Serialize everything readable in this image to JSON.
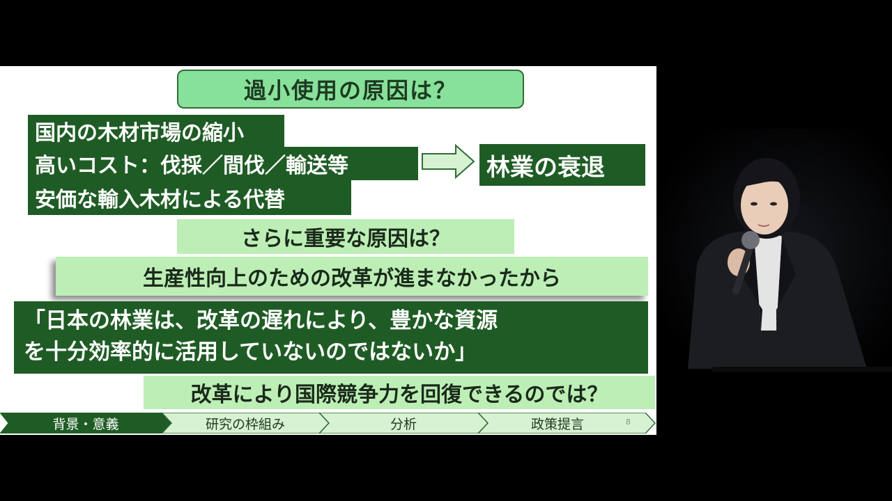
{
  "slide": {
    "title": "過小使用の原因は？",
    "causes": [
      "国内の木材市場の縮小",
      "高いコスト：伐採／間伐／輸送等",
      "安価な輸入木材による代替"
    ],
    "result": "林業の衰退",
    "question": "さらに重要な原因は？",
    "answer": "生産性向上のための改革が進まなかったから",
    "quote_line1": "「日本の林業は、改革の遅れにより、豊かな資源",
    "quote_line2": "を十分効率的に活用していないのではないか」",
    "proposal": "改革により国際競争力を回復できるのでは？",
    "page_number": "8"
  },
  "nav": [
    {
      "label": "背景・意義",
      "active": true
    },
    {
      "label": "研究の枠組み",
      "active": false
    },
    {
      "label": "分析",
      "active": false
    },
    {
      "label": "政策提言",
      "active": false
    }
  ],
  "colors": {
    "dark_green": "#1f5c25",
    "light_green": "#bdeeb6",
    "title_green": "#88e19a",
    "background": "#000000"
  }
}
